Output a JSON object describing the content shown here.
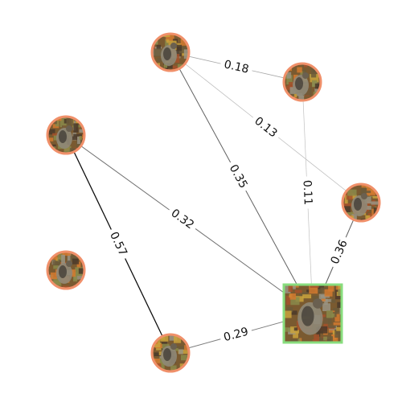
{
  "graph": {
    "nodes": [
      {
        "id": "n1",
        "shape": "circle"
      },
      {
        "id": "n2",
        "shape": "circle"
      },
      {
        "id": "n3",
        "shape": "circle"
      },
      {
        "id": "n4",
        "shape": "circle"
      },
      {
        "id": "n5",
        "shape": "circle"
      },
      {
        "id": "n6",
        "shape": "circle"
      },
      {
        "id": "query",
        "shape": "square",
        "highlighted": true
      }
    ],
    "edges": [
      {
        "from": "n1",
        "to": "n2",
        "label": "0.18",
        "weight": 0.18
      },
      {
        "from": "n1",
        "to": "n4",
        "label": "0.13",
        "weight": 0.13
      },
      {
        "from": "n1",
        "to": "query",
        "label": "0.35",
        "weight": 0.35
      },
      {
        "from": "n2",
        "to": "query",
        "label": "0.11",
        "weight": 0.11
      },
      {
        "from": "n3",
        "to": "query",
        "label": "0.32",
        "weight": 0.32
      },
      {
        "from": "n3",
        "to": "n6",
        "label": "0.57",
        "weight": 0.57
      },
      {
        "from": "n4",
        "to": "query",
        "label": "0.36",
        "weight": 0.36
      },
      {
        "from": "n6",
        "to": "query",
        "label": "0.29",
        "weight": 0.29
      }
    ]
  },
  "colors": {
    "node_border": "#f0906a",
    "query_border": "#88dd7e",
    "edge": "#000000",
    "thumb_palette": [
      "#6b5a3a",
      "#a4512a",
      "#c9a23c",
      "#8a8a4a",
      "#4a3a2a",
      "#d27a2f",
      "#9a9484"
    ]
  }
}
